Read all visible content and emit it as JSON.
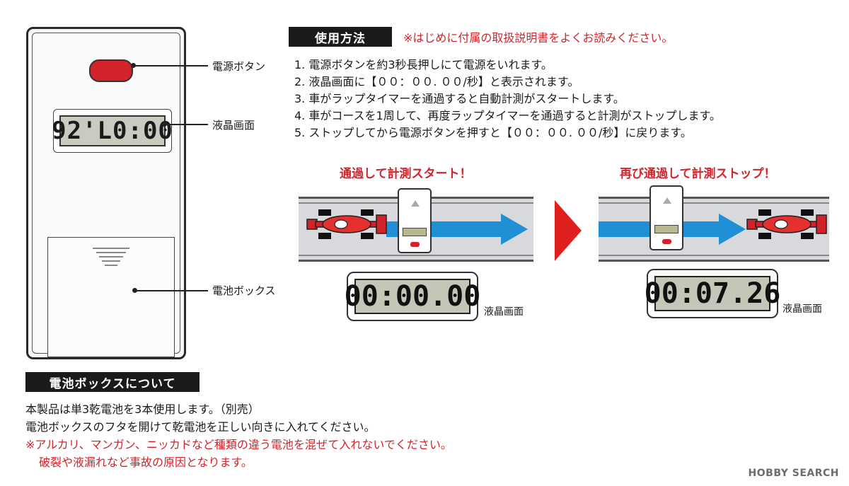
{
  "device": {
    "lcd_text": "92'L0:00",
    "labels": {
      "power_button": "電源ボタン",
      "lcd": "液晶画面",
      "battery_box": "電池ボックス"
    }
  },
  "usage": {
    "header": "使用方法",
    "notice": "※はじめに付属の取扱説明書をよくお読みください。",
    "steps": [
      "1. 電源ボタンを約3秒長押しにて電源をいれます。",
      "2. 液晶画面に【００：００. ００/秒】と表示されます。",
      "3. 車がラップタイマーを通過すると自動計測がスタートします。",
      "4. 車がコースを1周して、再度ラップタイマーを通過すると計測がストップします。",
      "5. ストップしてから電源ボタンを押すと【００：００. ００/秒】に戻ります。"
    ]
  },
  "scenes": [
    {
      "title": "通過して計測スタート！",
      "lcd": "00:00.00",
      "caption": "液晶画面"
    },
    {
      "title": "再び通過して計測ストップ！",
      "lcd": "00:07.26",
      "caption": "液晶画面"
    }
  ],
  "battery": {
    "header": "電池ボックスについて",
    "lines": [
      "本製品は単3乾電池を3本使用します。（別売）",
      "電池ボックスのフタを開けて乾電池を正しい向きに入れてください。"
    ],
    "warnings": [
      "※アルカリ、マンガン、ニッカドなど種類の違う電池を混ぜて入れないでください。",
      "破裂や液漏れなど事故の原因となります。"
    ]
  },
  "watermark": "HOBBY SEARCH",
  "colors": {
    "accent_red": "#d2232a",
    "arrow_blue": "#1f8fd6",
    "header_black": "#1a1a1a"
  },
  "icons": [
    "car-icon",
    "lap-timer-icon",
    "arrow-right-icon",
    "chevron-right-icon"
  ]
}
